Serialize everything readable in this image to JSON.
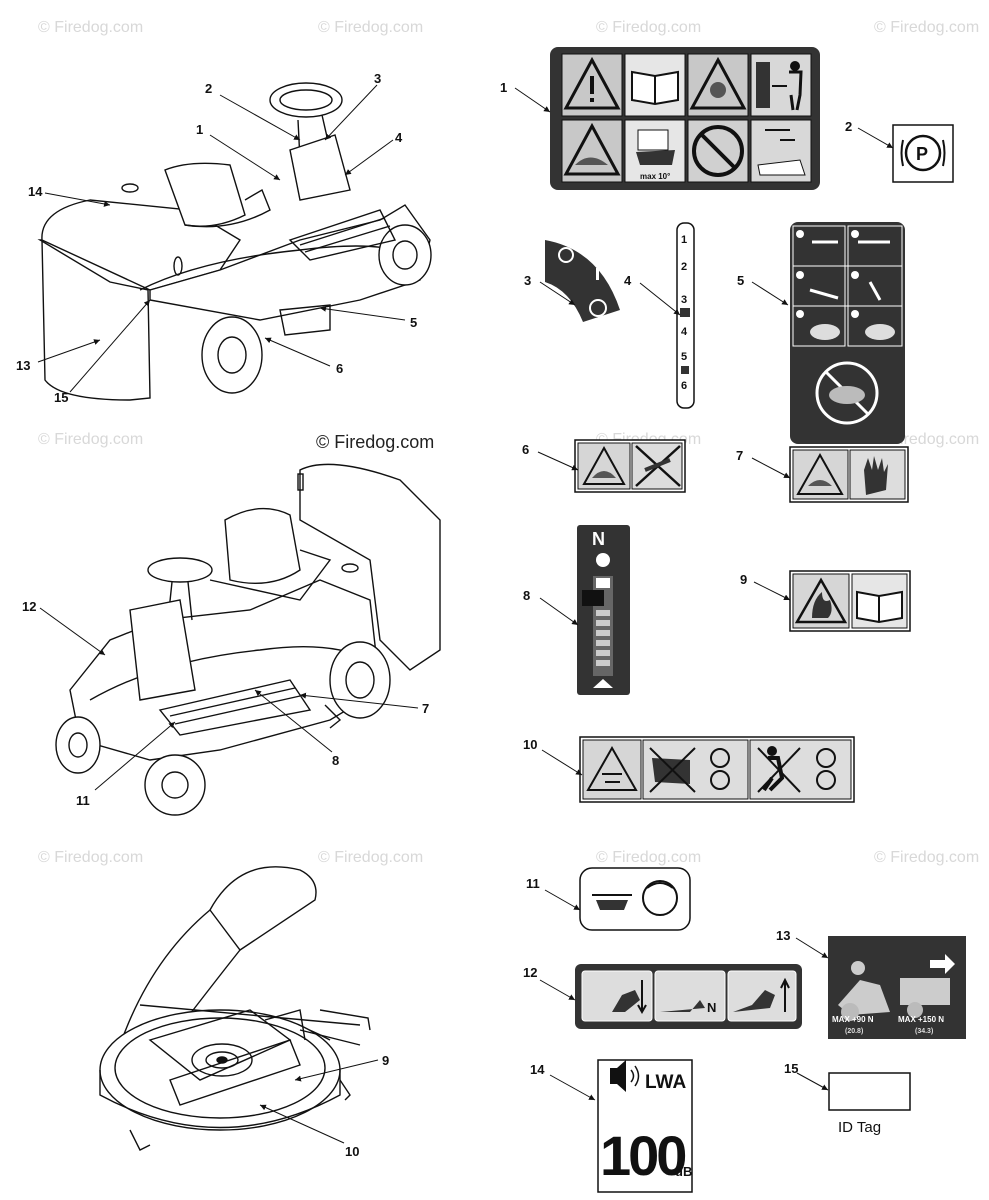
{
  "watermarks": {
    "main": "© Firedog.com",
    "faint": "© Firedog.com"
  },
  "callouts": {
    "c1": "1",
    "c2": "2",
    "c3": "3",
    "c4": "4",
    "c5": "5",
    "c6": "6",
    "c7": "7",
    "c8": "8",
    "c9": "9",
    "c10": "10",
    "c11": "11",
    "c12": "12",
    "c13": "13",
    "c14": "14",
    "c15": "15"
  },
  "decals": {
    "d1_max": "max 10°",
    "d2_symbol": "P",
    "d3_off": "O",
    "d3_on": "I",
    "d4_positions": [
      "1",
      "2",
      "3",
      "4",
      "5",
      "6"
    ],
    "d8_neutral": "N",
    "d12_neutral": "N",
    "d13_max1": "MAX +90 N",
    "d13_max2": "MAX +150 N",
    "d13_sub1": "(20.8)",
    "d13_sub2": "(34.3)",
    "d14_lwa": "LWA",
    "d14_value": "100",
    "d14_unit": "dB",
    "d15_label": "ID Tag"
  }
}
